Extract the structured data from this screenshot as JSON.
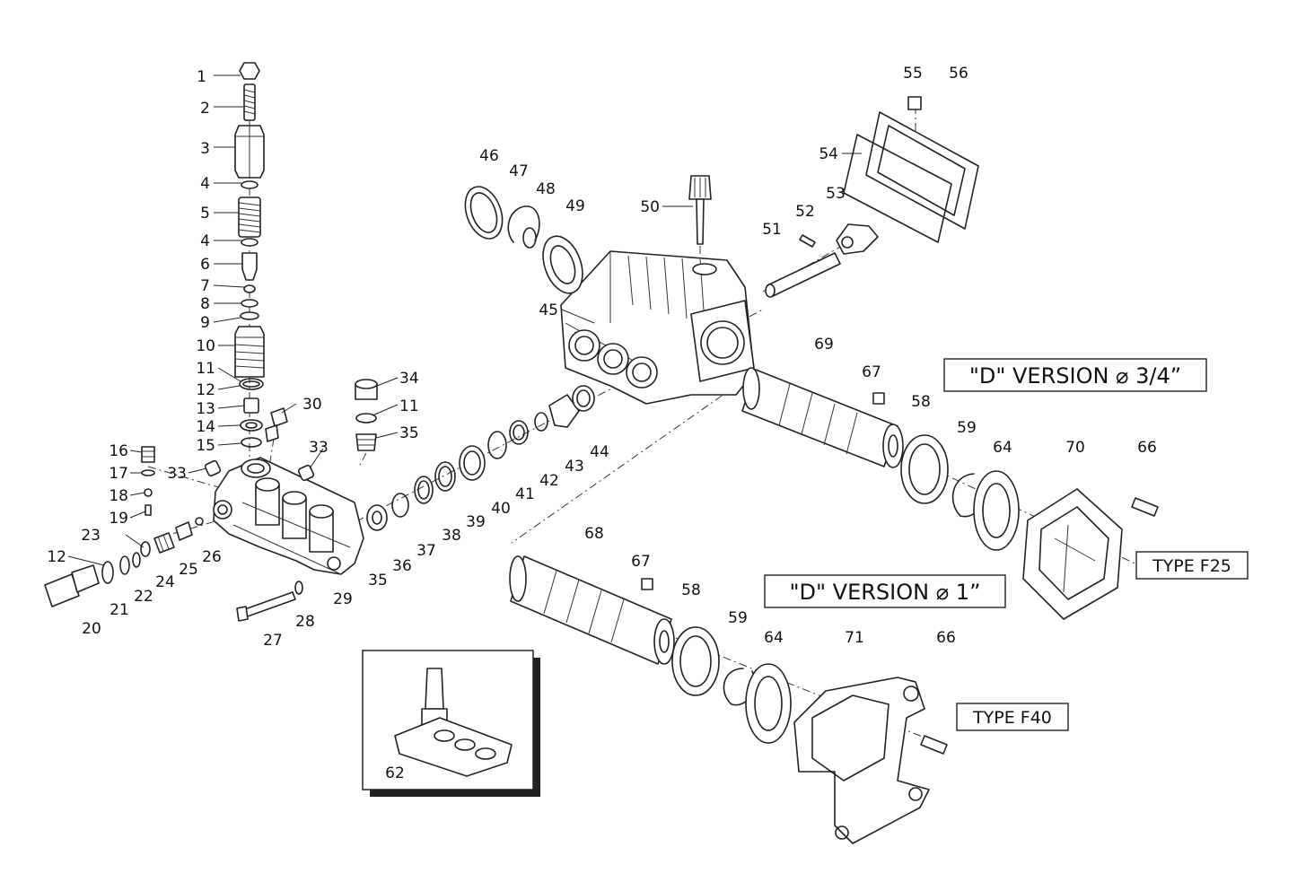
{
  "callouts": {
    "c1": "1",
    "c2": "2",
    "c3": "3",
    "c4a": "4",
    "c4b": "4",
    "c5": "5",
    "c6": "6",
    "c7": "7",
    "c8": "8",
    "c9": "9",
    "c10": "10",
    "c11a": "11",
    "c11b": "11",
    "c12a": "12",
    "c12b": "12",
    "c13": "13",
    "c14": "14",
    "c15": "15",
    "c16": "16",
    "c17": "17",
    "c18": "18",
    "c19": "19",
    "c20": "20",
    "c21": "21",
    "c22": "22",
    "c23": "23",
    "c24": "24",
    "c25": "25",
    "c26": "26",
    "c27": "27",
    "c28": "28",
    "c29": "29",
    "c30": "30",
    "c33a": "33",
    "c33b": "33",
    "c34": "34",
    "c35a": "35",
    "c35b": "35",
    "c36": "36",
    "c37": "37",
    "c38": "38",
    "c39": "39",
    "c40": "40",
    "c41": "41",
    "c42": "42",
    "c43": "43",
    "c44": "44",
    "c45": "45",
    "c46": "46",
    "c47": "47",
    "c48": "48",
    "c49": "49",
    "c50": "50",
    "c51": "51",
    "c52": "52",
    "c53": "53",
    "c54": "54",
    "c55": "55",
    "c56": "56",
    "c58a": "58",
    "c58b": "58",
    "c59a": "59",
    "c59b": "59",
    "c62": "62",
    "c64a": "64",
    "c64b": "64",
    "c66a": "66",
    "c66b": "66",
    "c67a": "67",
    "c67b": "67",
    "c68": "68",
    "c69": "69",
    "c70": "70",
    "c71": "71"
  },
  "boxes": {
    "version_34": "\"D\" VERSION ⌀ 3/4”",
    "version_1": "\"D\" VERSION ⌀ 1”",
    "type_f25": "TYPE F25",
    "type_f40": "TYPE F40"
  },
  "colors": {
    "line": "#222222",
    "background": "#ffffff"
  }
}
